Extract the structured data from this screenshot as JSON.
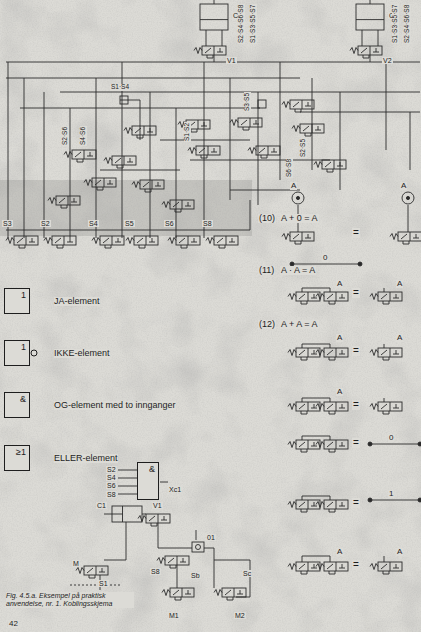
{
  "diagram": {
    "caption": "Fig. 4.5.a. Eksempel på praktisk anvendelse, nr. 1. Koblingsskjema",
    "nodes": [
      {
        "text": [
          "1",
          "JA-element"
        ]
      },
      {
        "text": [
          "1",
          "IKKE-element"
        ]
      },
      {
        "text": [
          "&",
          "OG-element med to innganger"
        ]
      },
      {
        "text": [
          "≥1",
          "ELLER-element"
        ]
      },
      {
        "text": [
          "&"
        ]
      }
    ],
    "labels": [
      "C1",
      "C2",
      "V1",
      "V2",
      "S1·S3·S5·S7",
      "S2·S4·S6·S8",
      "S1·S3·S5·S7",
      "S2·S4·S6·S8",
      "S1·S4",
      "S4·S6",
      "S2·S6",
      "S3·S5",
      "S1·S2",
      "S6·S8",
      "S2·S5",
      "S3",
      "S2",
      "S4",
      "S5",
      "S6",
      "S8",
      "(10)",
      "A + 0 = A",
      "(11)",
      "A · A = A",
      "(12)",
      "A + A = A",
      "A",
      "A",
      "0",
      "A",
      "A",
      "A",
      "A",
      "A",
      "0",
      "1",
      "A",
      "A",
      "S2",
      "S4",
      "S6",
      "S8",
      "Xc1",
      "C1",
      "V1",
      "01",
      "S8",
      "S1",
      "M1",
      "M2",
      "Sb",
      "Sc",
      "42",
      "=",
      "=",
      "=",
      "=",
      "=",
      "=",
      "=",
      "M"
    ]
  }
}
